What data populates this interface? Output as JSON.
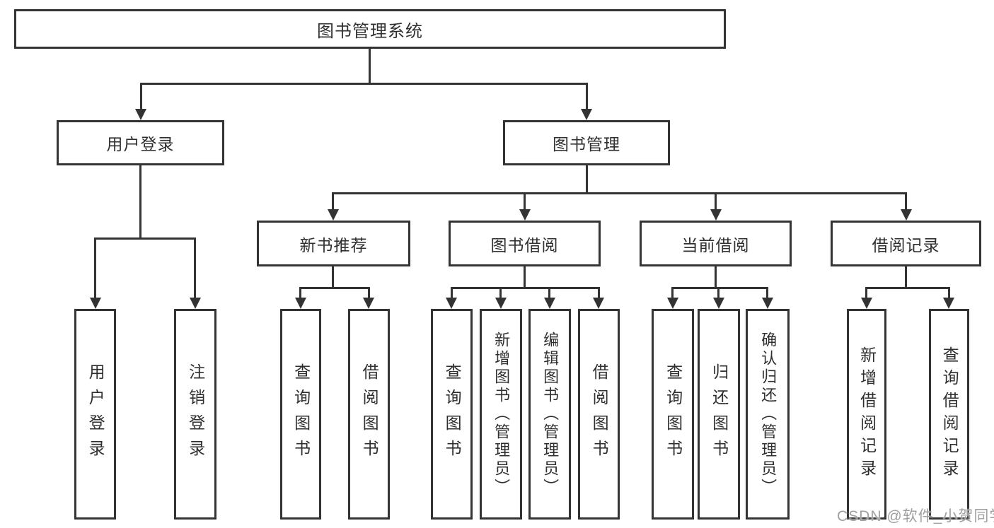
{
  "colors": {
    "line": "#333333",
    "text": "#2f2f2f",
    "background": "#ffffff",
    "watermark": "#a0a0a0"
  },
  "nodes": {
    "root": {
      "label": "图书管理系统"
    },
    "user_login": {
      "label": "用户登录"
    },
    "book_management": {
      "label": "图书管理"
    },
    "new_book_recommend": {
      "label": "新书推荐"
    },
    "book_borrow": {
      "label": "图书借阅"
    },
    "current_borrow": {
      "label": "当前借阅"
    },
    "borrow_record": {
      "label": "借阅记录"
    },
    "leaf_user_login": {
      "label": "用户登录"
    },
    "leaf_logout_login": {
      "label": "注销登录"
    },
    "leaf_recommend_query_book": {
      "label": "查询图书"
    },
    "leaf_recommend_borrow_book": {
      "label": "借阅图书"
    },
    "leaf_borrow_query_book": {
      "label": "查询图书"
    },
    "leaf_borrow_add_book": {
      "label": "新增图书（管理员）"
    },
    "leaf_borrow_edit_book": {
      "label": "编辑图书（管理员）"
    },
    "leaf_borrow_borrow_book": {
      "label": "借阅图书"
    },
    "leaf_current_query_book": {
      "label": "查询图书"
    },
    "leaf_current_return_book": {
      "label": "归还图书"
    },
    "leaf_current_confirm_return": {
      "label": "确认归还（管理员）"
    },
    "leaf_record_add": {
      "label": "新增借阅记录"
    },
    "leaf_record_query": {
      "label": "查询借阅记录"
    }
  },
  "watermark": {
    "text": "CSDN @软件_小贺同学"
  }
}
